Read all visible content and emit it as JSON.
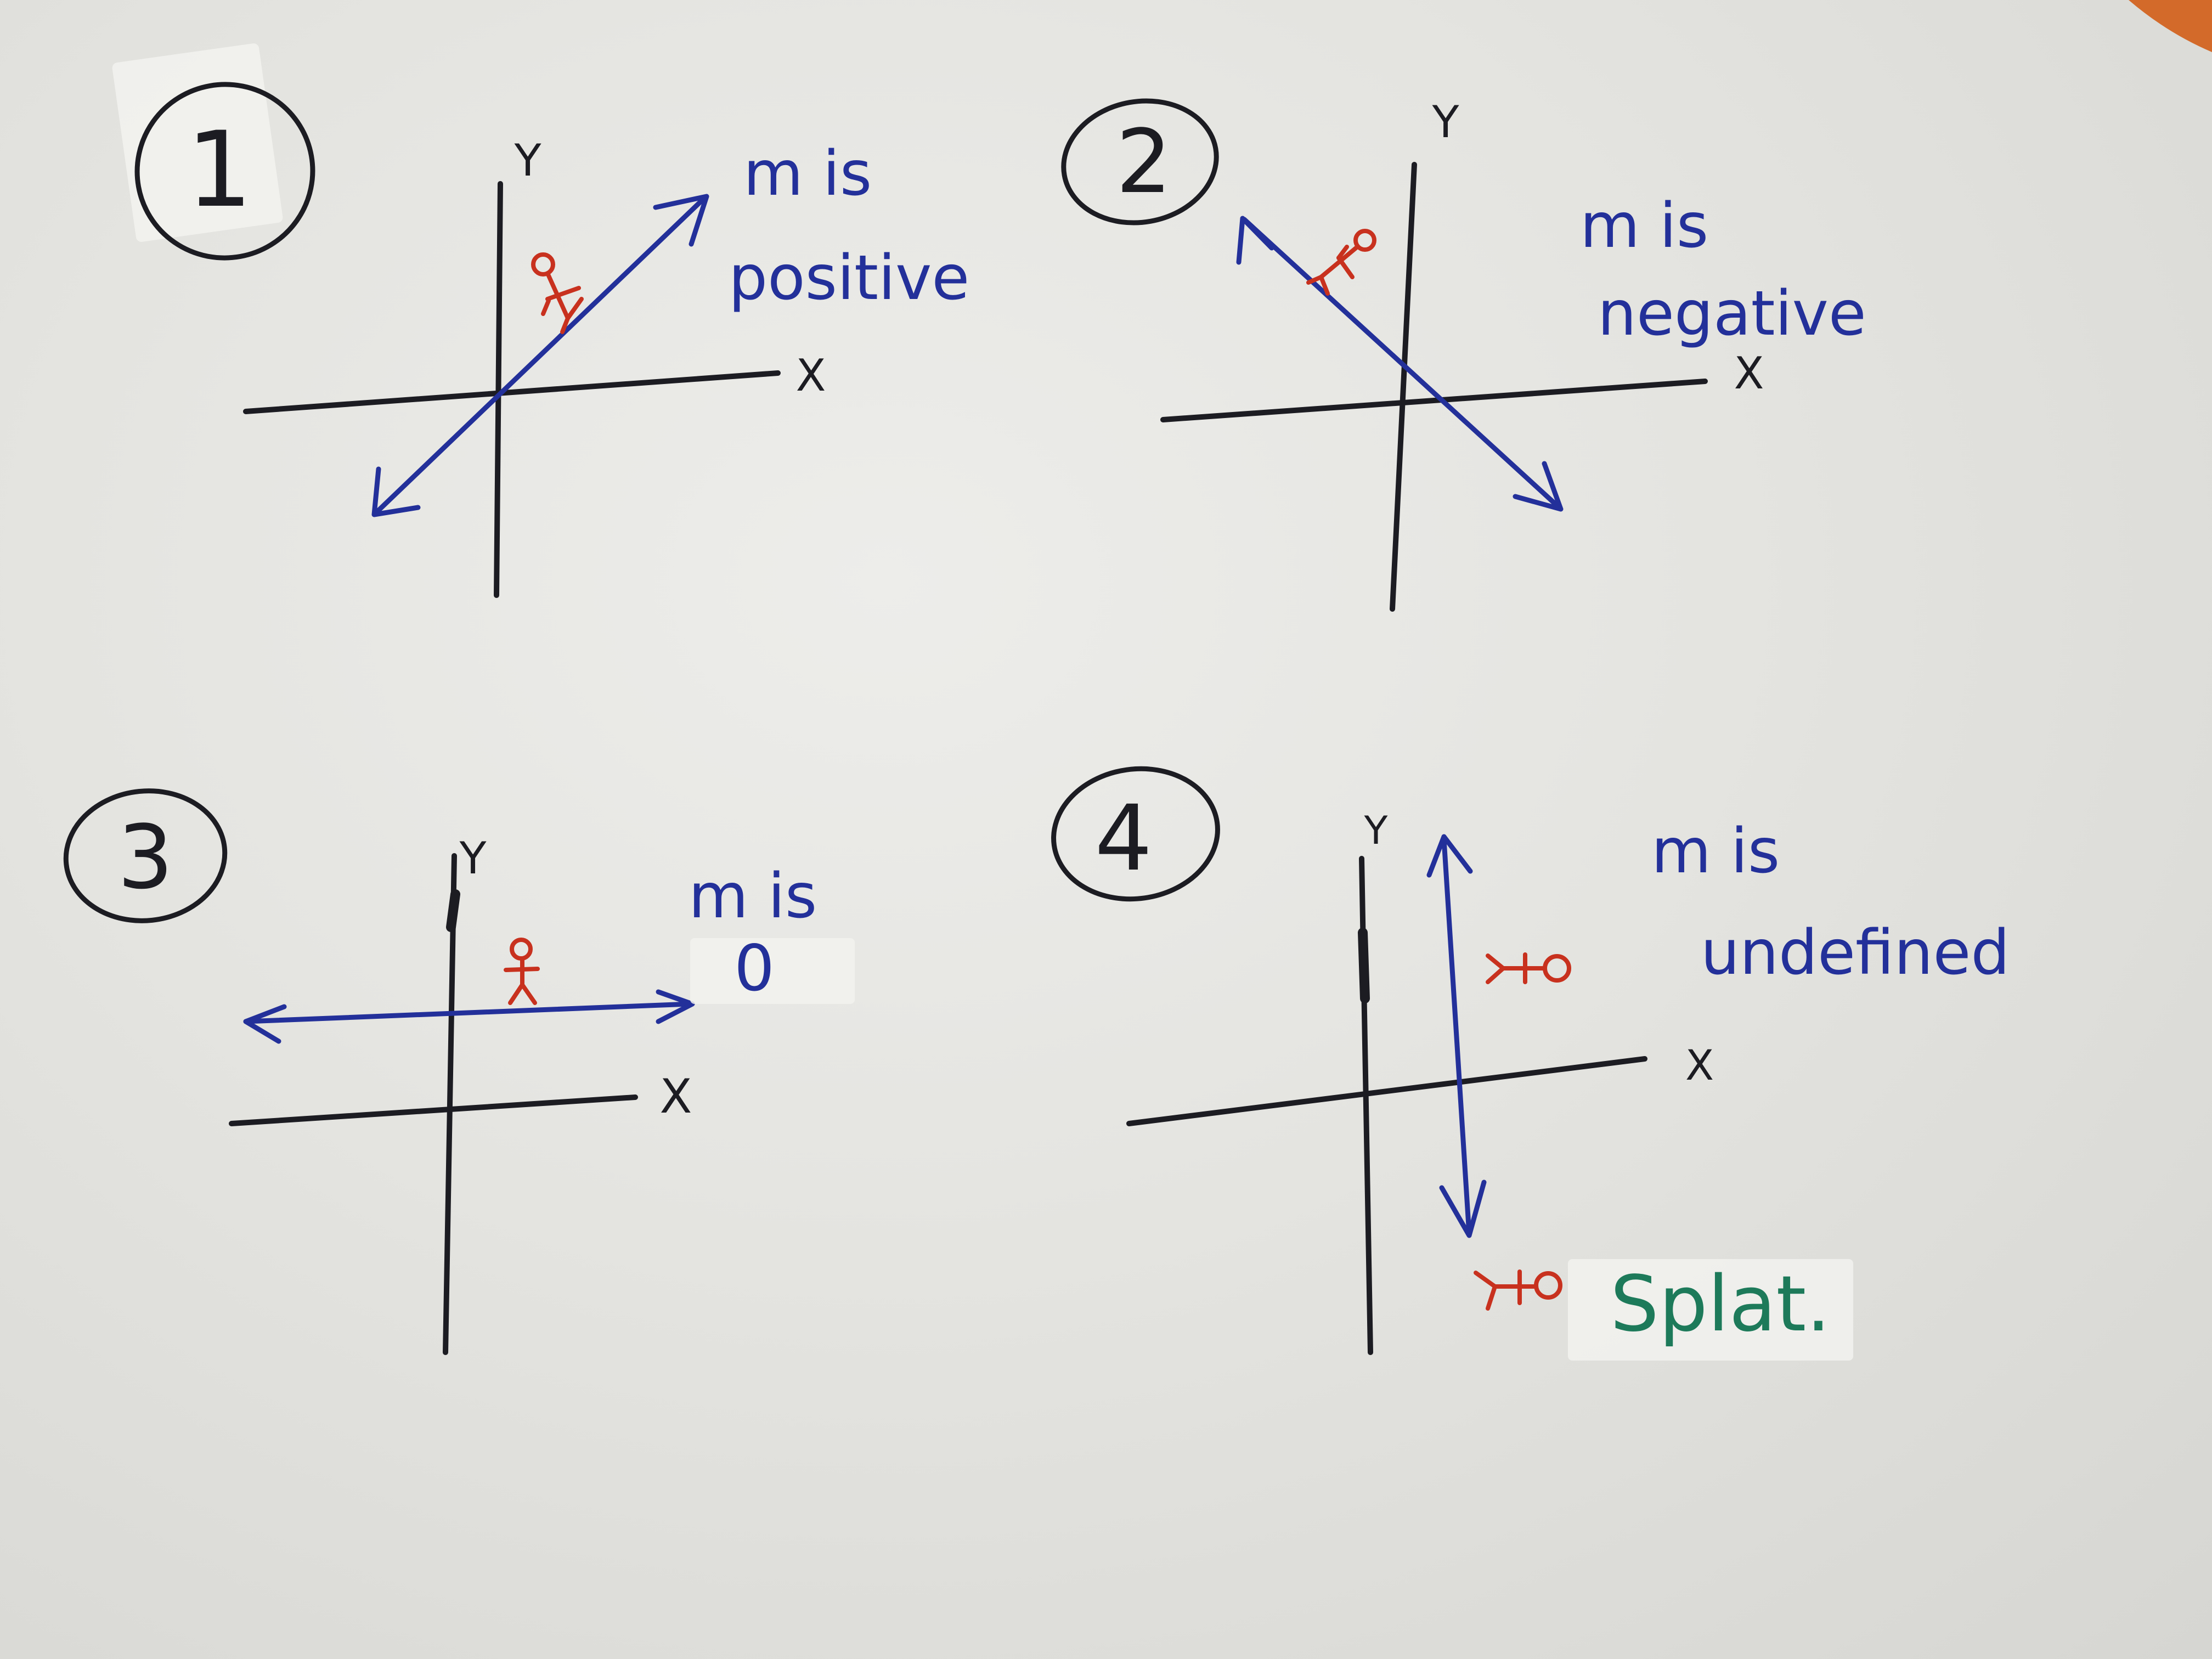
{
  "colors": {
    "paper": "#e6e6e2",
    "black_ink": "#1c1c22",
    "blue_ink": "#23309a",
    "red_ink": "#c8311e",
    "green_ink": "#1d7a5a",
    "tape": "#f2f2ee",
    "pencil_tip": "#d36a2a"
  },
  "panels": [
    {
      "number": "1",
      "y_axis": "Y",
      "x_axis": "X",
      "caption_line1": "m is",
      "caption_line2": "positive",
      "line": "rising"
    },
    {
      "number": "2",
      "y_axis": "Y",
      "x_axis": "X",
      "caption_line1": "m is",
      "caption_line2": "negative",
      "line": "falling"
    },
    {
      "number": "3",
      "y_axis": "Y",
      "x_axis": "X",
      "caption_line1": "m is",
      "caption_line2": "0",
      "line": "horizontal"
    },
    {
      "number": "4",
      "y_axis": "Y",
      "x_axis": "X",
      "caption_line1": "m is",
      "caption_line2": "undefined",
      "line": "vertical",
      "note": "Splat."
    }
  ]
}
